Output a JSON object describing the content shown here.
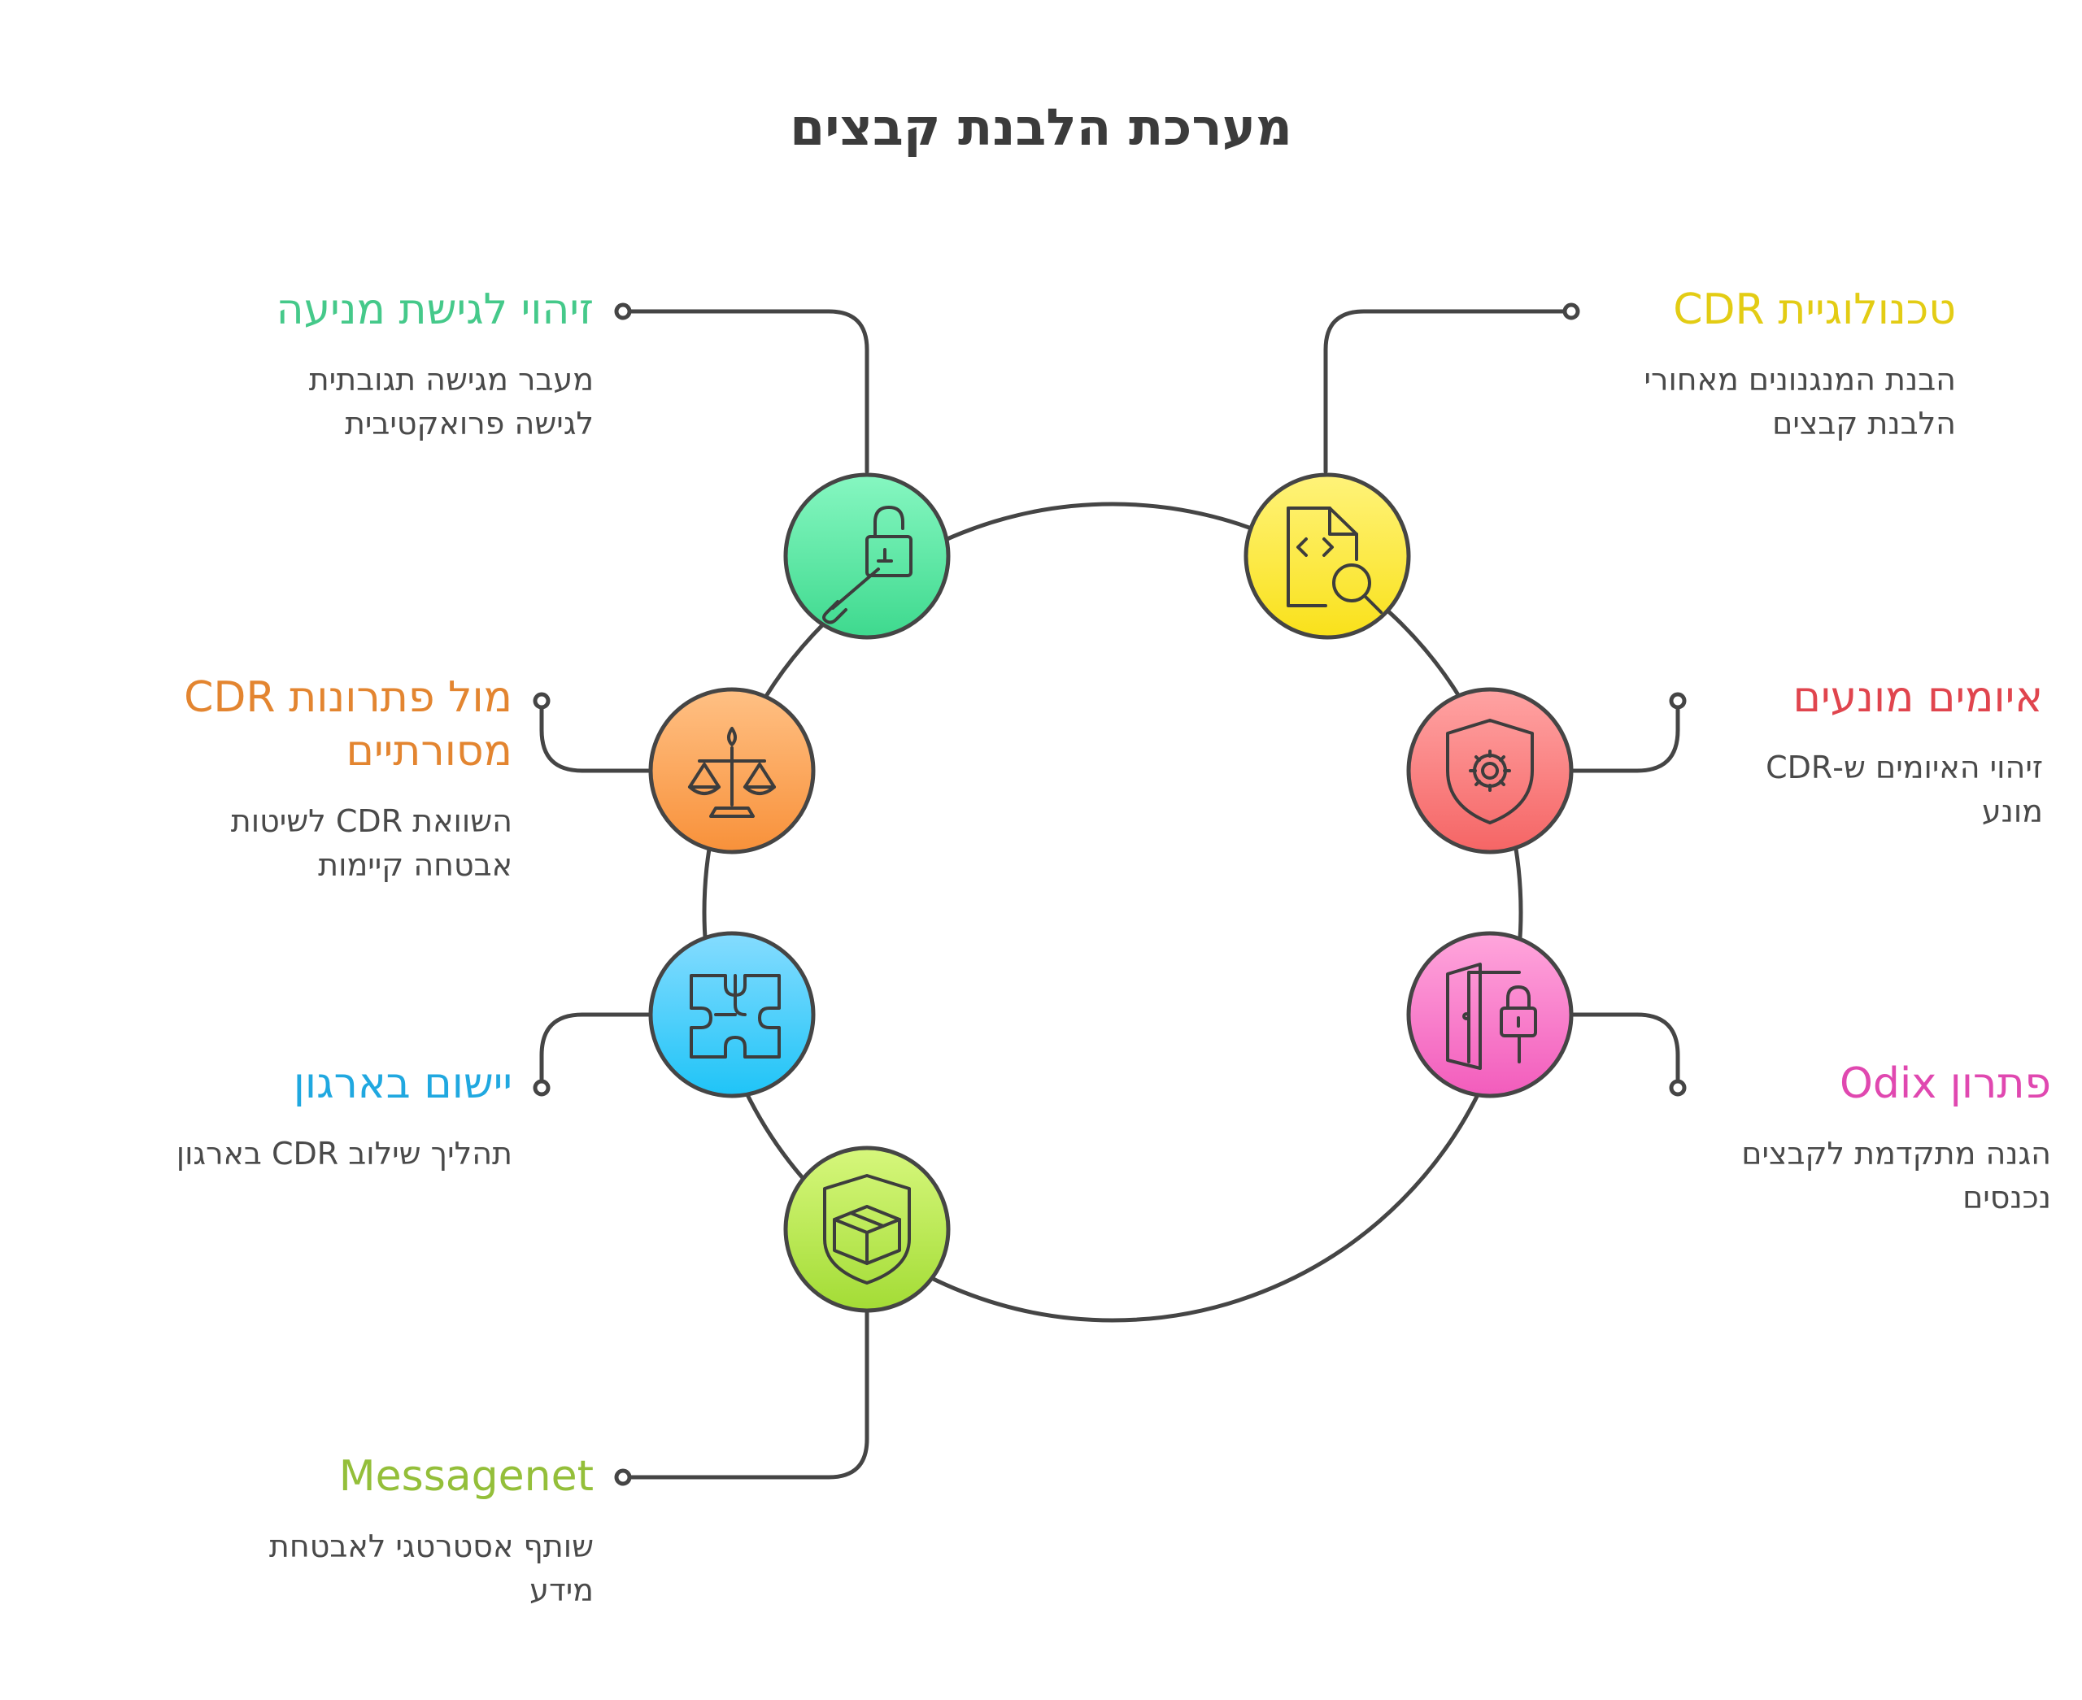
{
  "title": "מערכת הלבנת קבצים",
  "colors": {
    "line": "#454545",
    "cdr_tech": "#e3cc14",
    "threats": "#e0454e",
    "odix": "#e048b0",
    "prevention": "#45c98a",
    "traditional": "#e38530",
    "implementation": "#20a8e0",
    "messagenet": "#94bf3a"
  },
  "nodes": [
    {
      "id": "cdr-tech",
      "icon": "file-code-search-icon",
      "title": "טכנולוגיית CDR",
      "description": "הבנת המנגנונים מאחורי הלבנת קבצים",
      "fill_top": "#fff37a",
      "fill_bottom": "#f9e11a"
    },
    {
      "id": "threats",
      "icon": "shield-gear-icon",
      "title": "איומים מונעים",
      "description": "זיהוי האיומים ש-CDR מונע",
      "fill_top": "#ffa3a3",
      "fill_bottom": "#f56565"
    },
    {
      "id": "odix",
      "icon": "door-lock-icon",
      "title": "פתרון Odix",
      "description": "הגנה מתקדמת לקבצים נכנסים",
      "fill_top": "#ffa6dc",
      "fill_bottom": "#f25cbc"
    },
    {
      "id": "messagenet",
      "icon": "shield-box-icon",
      "title": "Messagenet",
      "description": "שותף אסטרטגי לאבטחת מידע",
      "fill_top": "#d6f77c",
      "fill_bottom": "#a3dc35"
    },
    {
      "id": "implementation",
      "icon": "puzzle-icon",
      "title": "יישום בארגון",
      "description": "תהליך שילוב CDR בארגון",
      "fill_top": "#85dcff",
      "fill_bottom": "#1fc4f7"
    },
    {
      "id": "traditional",
      "icon": "scales-icon",
      "title": "מול פתרונות CDR מסורתיים",
      "description": "השוואת CDR לשיטות אבטחה קיימות",
      "fill_top": "#ffc084",
      "fill_bottom": "#f8913a"
    },
    {
      "id": "prevention",
      "icon": "lock-key-icon",
      "title": "זיהוי לגישת מניעה",
      "description": "מעבר מגישה תגובתית לגישה פרואקטיבית",
      "fill_top": "#86f7c1",
      "fill_bottom": "#3ed98e"
    }
  ]
}
